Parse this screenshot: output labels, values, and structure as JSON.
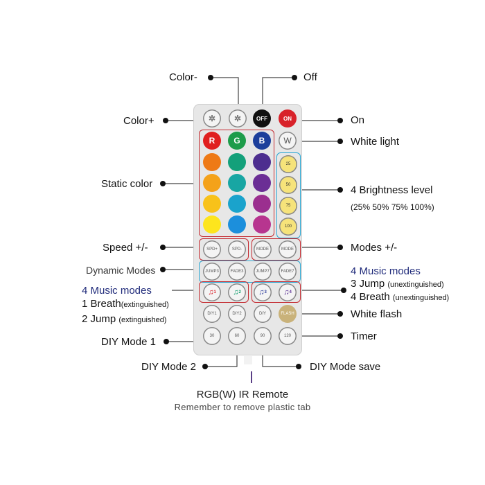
{
  "labels": {
    "color_minus": "Color-",
    "off": "Off",
    "color_plus": "Color+",
    "on": "On",
    "white_light": "White light",
    "static_color": "Static color",
    "brightness_title": "4 Brightness level",
    "brightness_values": "(25% 50% 75% 100%)",
    "speed": "Speed +/-",
    "modes": "Modes +/-",
    "dynamic_modes": "Dynamic Modes",
    "music_left_title": "4 Music modes",
    "music_left_1": "1 Breath",
    "music_left_1_note": "(extinguished)",
    "music_left_2": "2 Jump",
    "music_left_2_note": "(extinguished)",
    "music_right_title": "4 Music modes",
    "music_right_3": "3 Jump",
    "music_right_3_note": "(unextinguished)",
    "music_right_4": "4 Breath",
    "music_right_4_note": "(unextinguished)",
    "white_flash": "White flash",
    "diy_mode_1": "DIY Mode 1",
    "timer": "Timer",
    "diy_mode_2": "DIY Mode 2",
    "diy_mode_save": "DIY Mode save"
  },
  "buttons": {
    "off": "OFF",
    "on": "ON",
    "r": "R",
    "g": "G",
    "b": "B",
    "w": "W",
    "b25": "25",
    "b50": "50",
    "b75": "75",
    "b100": "100",
    "spd_up": "SPD+",
    "spd_down": "SPD-",
    "mode_up": "MODE",
    "mode_down": "MODE",
    "jump3": "JUMP3",
    "fade3": "FADE3",
    "jump7": "JUMP7",
    "fade7": "FADE7",
    "m1": "1",
    "m2": "2",
    "m3": "3",
    "m4": "4",
    "diy1": "DIY1",
    "diy2": "DIY2",
    "diy_save": "DIY",
    "flash": "FLASH",
    "t30": "30",
    "t60": "60",
    "t90": "90",
    "t120": "120"
  },
  "caption": {
    "title": "RGB(W) IR Remote",
    "subtitle": "Remember to remove plastic tab"
  },
  "colors": {
    "red": "#e02020",
    "green": "#1d9c4a",
    "blue": "#1c3f9b",
    "row2": [
      "#ee7a16",
      "#13a07a",
      "#4d2e8f"
    ],
    "row3": [
      "#f4a21a",
      "#18a6a3",
      "#6b2e95"
    ],
    "row4": [
      "#f8c21a",
      "#1aa3cc",
      "#9b2f8f"
    ],
    "row5": [
      "#fde51d",
      "#1c8fdc",
      "#b7358f"
    ],
    "brightness_yellow": "#f6e37a",
    "box_red": "#c4282e",
    "box_cyan": "#2aa7d3"
  }
}
